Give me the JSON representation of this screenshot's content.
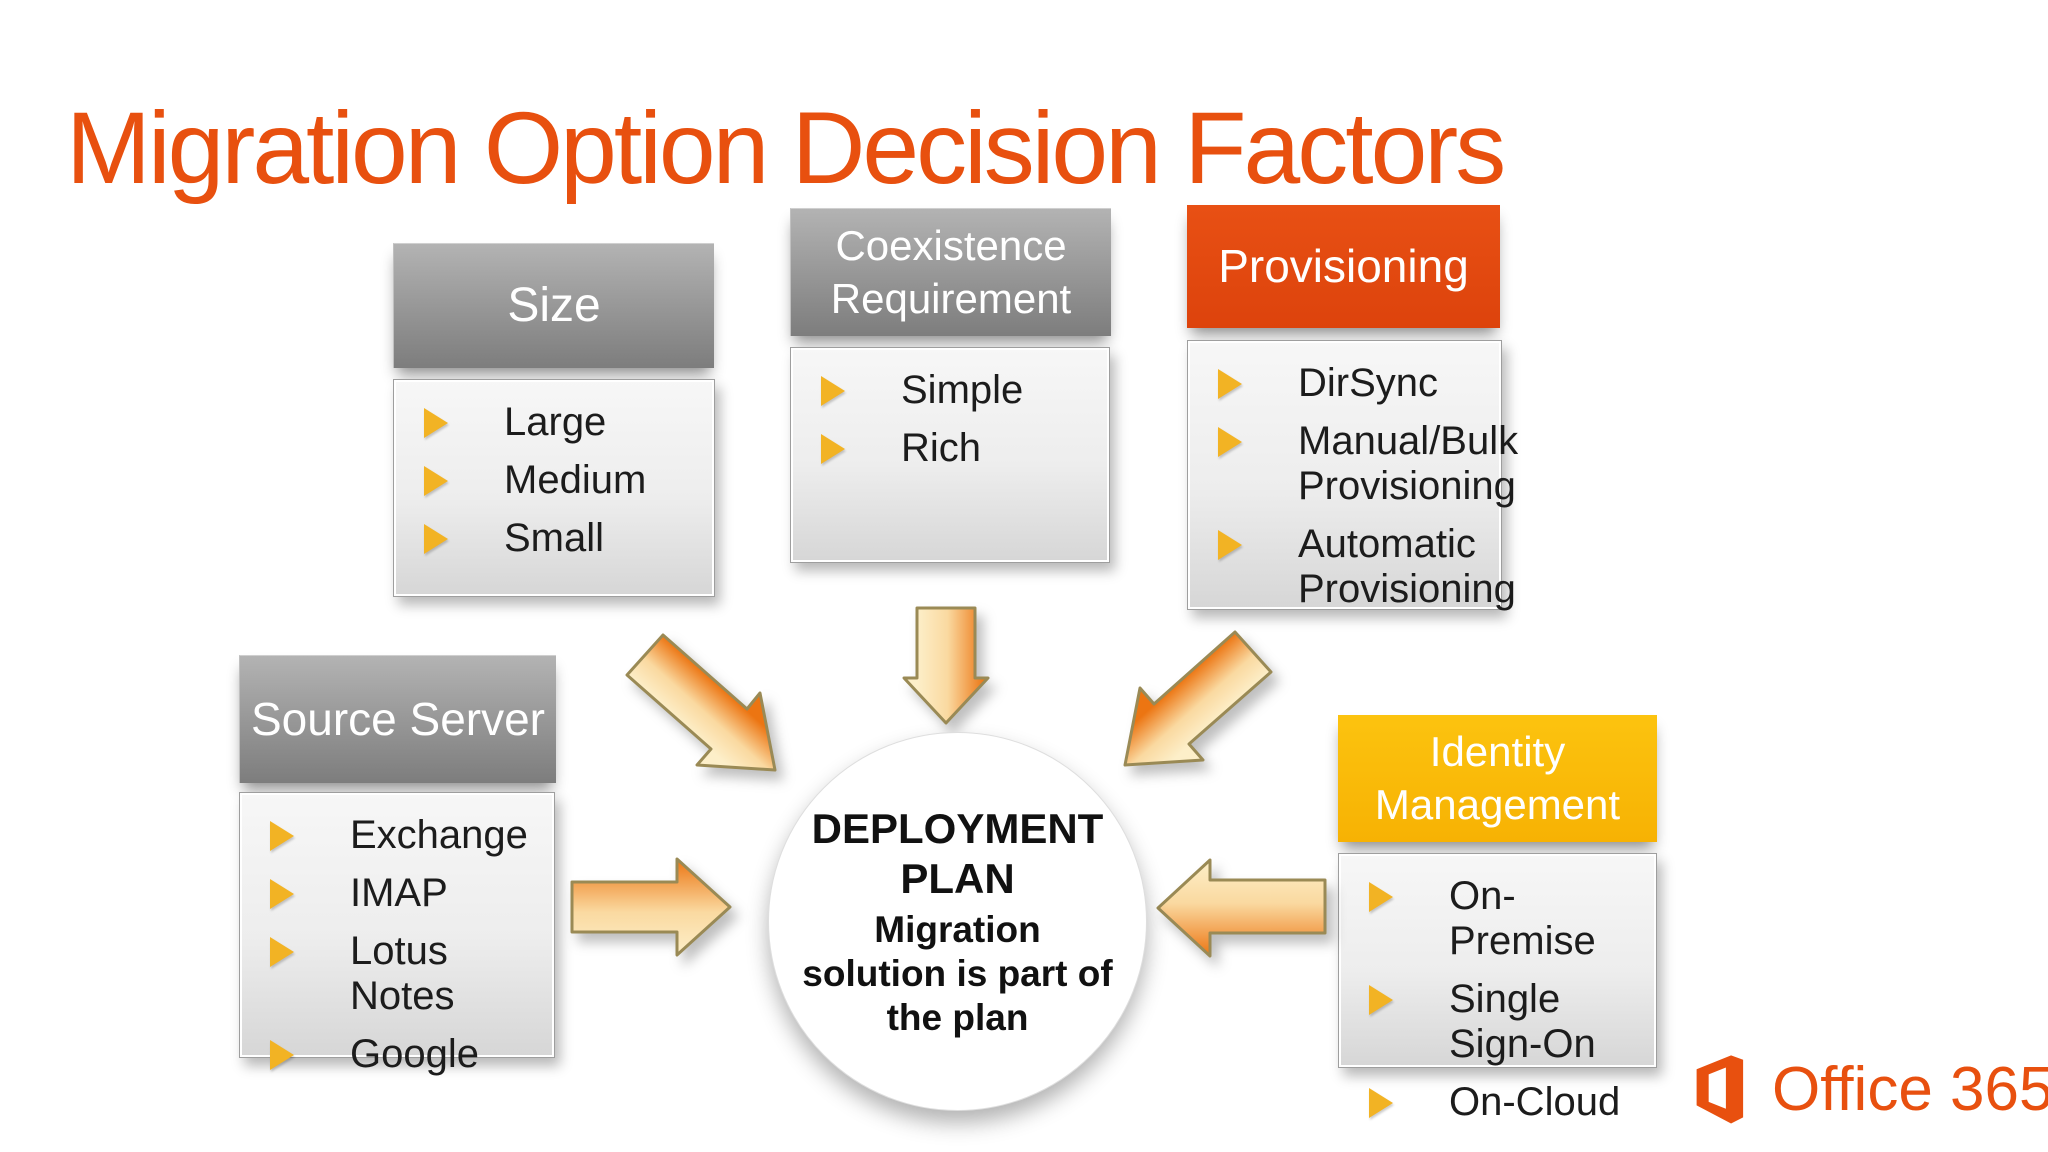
{
  "slide": {
    "title": "Migration Option Decision Factors",
    "title_color": "#E8500F",
    "background": "#FFFFFF"
  },
  "factors": [
    {
      "name": "Size",
      "header_style": "gray",
      "items": [
        "Large",
        "Medium",
        "Small"
      ]
    },
    {
      "name": "Coexistence Requirement",
      "header_style": "gray",
      "items": [
        "Simple",
        "Rich"
      ]
    },
    {
      "name": "Provisioning",
      "header_style": "orange",
      "header_color": "#E2470E",
      "items": [
        "DirSync",
        "Manual/Bulk Provisioning",
        "Automatic Provisioning"
      ]
    },
    {
      "name": "Source Server",
      "header_style": "gray",
      "items": [
        "Exchange",
        "IMAP",
        "Lotus Notes",
        "Google"
      ]
    },
    {
      "name": "Identity Management",
      "header_style": "gold",
      "header_color": "#FBBB0D",
      "items": [
        "On-Premise",
        "Single Sign-On",
        "On-Cloud"
      ]
    }
  ],
  "center": {
    "title": "DEPLOYMENT PLAN",
    "subtitle": "Migration solution is part of the plan"
  },
  "arrows": [
    {
      "icon": "arrow-down-right",
      "from": "Size"
    },
    {
      "icon": "arrow-down",
      "from": "Coexistence Requirement"
    },
    {
      "icon": "arrow-down-left",
      "from": "Provisioning"
    },
    {
      "icon": "arrow-right",
      "from": "Source Server"
    },
    {
      "icon": "arrow-left",
      "from": "Identity Management"
    }
  ],
  "logo": {
    "label": "Office 365",
    "color": "#E8500F",
    "icon": "office-365-box"
  },
  "colors": {
    "bullet": "#F2B324",
    "arrow_cream": "#FDEFC9",
    "arrow_orange": "#EC7512",
    "gray_header_top": "#B3B3B3",
    "gray_header_bottom": "#7D7D7D",
    "body_top": "#F7F7F7",
    "body_bottom": "#D6D6D6"
  }
}
